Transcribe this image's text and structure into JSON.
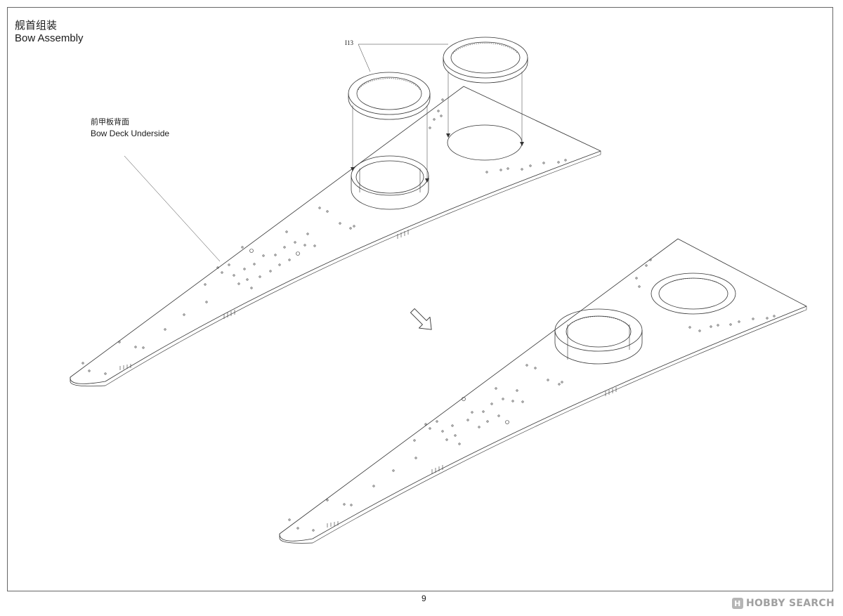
{
  "header": {
    "title_zh": "舰首组装",
    "title_en": "Bow Assembly"
  },
  "callout": {
    "label_zh": "前甲板背面",
    "label_en": "Bow Deck Underside"
  },
  "part_label": "I13",
  "page_number": "9",
  "watermark": {
    "badge": "H",
    "text": "HOBBY SEARCH"
  },
  "colors": {
    "line": "#333333",
    "frame": "#666666",
    "watermark": "#a0a0a0"
  }
}
